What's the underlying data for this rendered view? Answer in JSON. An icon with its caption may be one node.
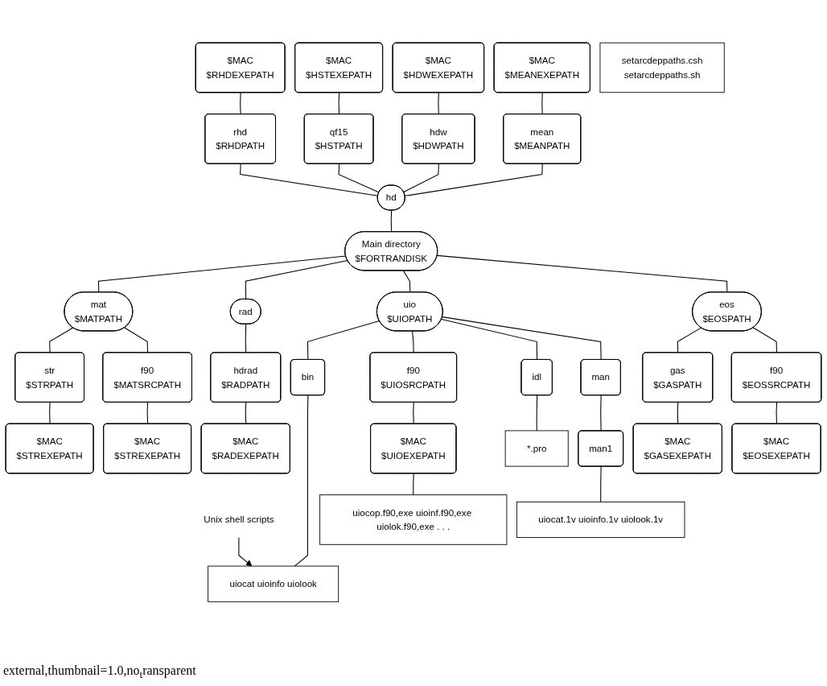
{
  "diagram": {
    "nodes": [
      {
        "text": [
          "setarcdeppaths.csh",
          "setarcdeppaths.sh"
        ]
      },
      {
        "text": [
          "$MAC",
          "$RHDEXEPATH"
        ]
      },
      {
        "text": [
          "$MAC",
          "$HSTEXEPATH"
        ]
      },
      {
        "text": [
          "$MAC",
          "$HDWEXEPATH"
        ]
      },
      {
        "text": [
          "$MAC",
          "$MEANEXEPATH"
        ]
      },
      {
        "text": [
          "rhd",
          "$RHDPATH"
        ]
      },
      {
        "text": [
          "qf15",
          "$HSTPATH"
        ]
      },
      {
        "text": [
          "hdw",
          "$HDWPATH"
        ]
      },
      {
        "text": [
          "mean",
          "$MEANPATH"
        ]
      },
      {
        "text": [
          "hd"
        ]
      },
      {
        "text": [
          "mat",
          "$MATPATH"
        ]
      },
      {
        "text": [
          "Main directory",
          "$FORTRANDISK"
        ]
      },
      {
        "text": [
          "rad"
        ]
      },
      {
        "text": [
          "str",
          "$STRPATH"
        ]
      },
      {
        "text": [
          "f90",
          "$MATSRCPATH"
        ]
      },
      {
        "text": [
          "hdrad",
          "$RADPATH"
        ]
      },
      {
        "text": [
          "uio",
          "$UIOPATH"
        ]
      },
      {
        "text": [
          "eos",
          "$EOSPATH"
        ]
      },
      {
        "text": [
          "$MAC",
          "$STREXEPATH"
        ]
      },
      {
        "text": [
          "$MAC",
          "$STREXEPATH"
        ]
      },
      {
        "text": [
          "$MAC",
          "$RADEXEPATH"
        ]
      },
      {
        "text": [
          "bin"
        ]
      },
      {
        "text": [
          "f90",
          "$UIOSRCPATH"
        ]
      },
      {
        "text": [
          "idl"
        ]
      },
      {
        "text": [
          "man"
        ]
      },
      {
        "text": [
          "gas",
          "$GASPATH"
        ]
      },
      {
        "text": [
          "f90",
          "$EOSSRCPATH"
        ]
      },
      {
        "text": [
          "$MAC",
          "$UIOEXEPATH"
        ]
      },
      {
        "text": [
          "man1"
        ]
      },
      {
        "text": [
          "$MAC",
          "$GASEXEPATH"
        ]
      },
      {
        "text": [
          "$MAC",
          "$EOSEXEPATH"
        ]
      },
      {
        "text": [
          "uiocat uioinfo uiolook"
        ]
      },
      {
        "text": [
          "uiocop.f90,exe uioinf.f90,exe uiolok.f90,exe . . ."
        ]
      },
      {
        "text": [
          "*.pro"
        ]
      },
      {
        "text": [
          "uiocat.1v uioinfo.1v uiolook.1v"
        ]
      },
      {
        "text": [
          "Unix shell scripts"
        ]
      }
    ],
    "edges": [
      {
        "from": 1,
        "to": 5,
        "arrow": "none"
      },
      {
        "from": 2,
        "to": 6,
        "arrow": "none"
      },
      {
        "from": 3,
        "to": 7,
        "arrow": "none"
      },
      {
        "from": 4,
        "to": 8,
        "arrow": "none"
      },
      {
        "from": 5,
        "to": 9,
        "arrow": "none"
      },
      {
        "from": 6,
        "to": 9,
        "arrow": "none"
      },
      {
        "from": 7,
        "to": 9,
        "arrow": "none"
      },
      {
        "from": 8,
        "to": 9,
        "arrow": "none"
      },
      {
        "from": 9,
        "to": 11,
        "arrow": "none"
      },
      {
        "from": 11,
        "to": 10,
        "arrow": "none"
      },
      {
        "from": 11,
        "to": 12,
        "arrow": "none"
      },
      {
        "from": 11,
        "to": 16,
        "arrow": "none"
      },
      {
        "from": 11,
        "to": 17,
        "arrow": "none"
      },
      {
        "from": 10,
        "to": 13,
        "arrow": "none"
      },
      {
        "from": 10,
        "to": 14,
        "arrow": "none"
      },
      {
        "from": 12,
        "to": 15,
        "arrow": "none"
      },
      {
        "from": 13,
        "to": 18,
        "arrow": "none"
      },
      {
        "from": 14,
        "to": 19,
        "arrow": "none"
      },
      {
        "from": 15,
        "to": 20,
        "arrow": "none"
      },
      {
        "from": 16,
        "to": 21,
        "arrow": "none"
      },
      {
        "from": 16,
        "to": 22,
        "arrow": "none"
      },
      {
        "from": 16,
        "to": 23,
        "arrow": "none"
      },
      {
        "from": 16,
        "to": 24,
        "arrow": "none"
      },
      {
        "from": 17,
        "to": 25,
        "arrow": "none"
      },
      {
        "from": 17,
        "to": 26,
        "arrow": "none"
      },
      {
        "from": 22,
        "to": 27,
        "arrow": "none"
      },
      {
        "from": 24,
        "to": 28,
        "arrow": "none"
      },
      {
        "from": 25,
        "to": 29,
        "arrow": "none"
      },
      {
        "from": 26,
        "to": 30,
        "arrow": "none"
      },
      {
        "from": 21,
        "to": 31,
        "arrow": "none"
      },
      {
        "from": 27,
        "to": 32,
        "arrow": "none"
      },
      {
        "from": 23,
        "to": 33,
        "arrow": "none"
      },
      {
        "from": 28,
        "to": 34,
        "arrow": "none"
      },
      {
        "from": 35,
        "to": 31,
        "arrow": "to"
      }
    ],
    "labels": [
      "external,thumbnail=1.0,no$_{t}$ransparent"
    ]
  }
}
